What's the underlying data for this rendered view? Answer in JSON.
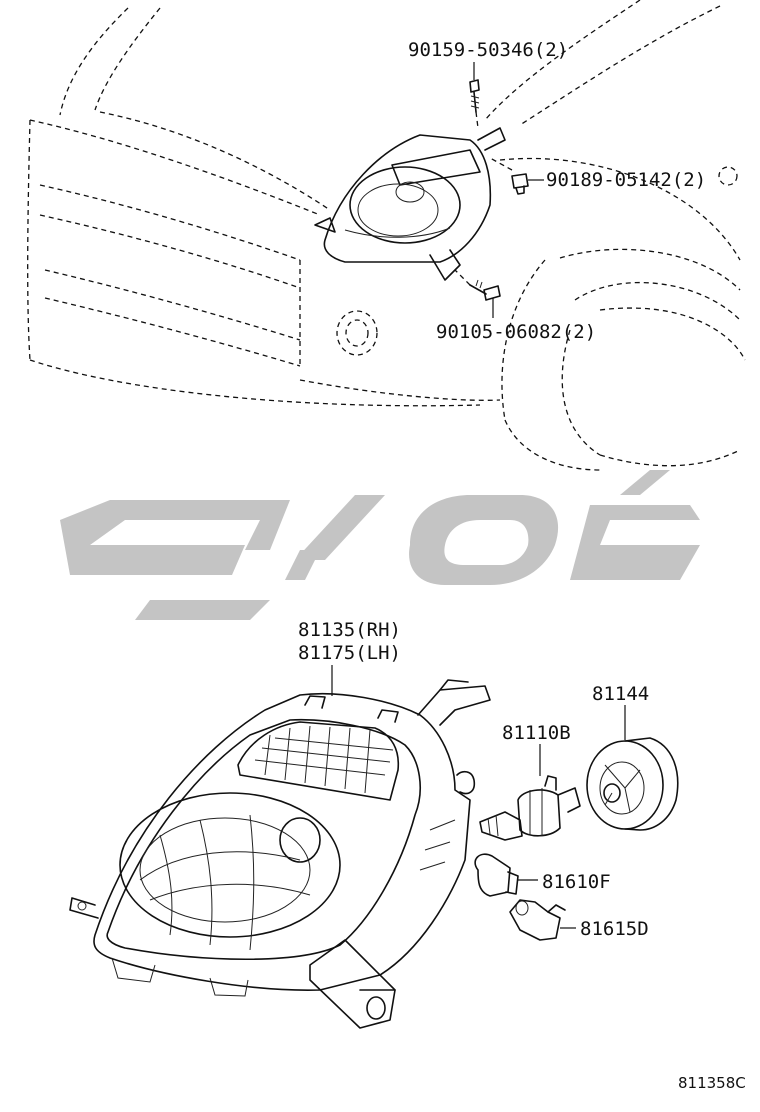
{
  "top_callouts": [
    {
      "id": "bolt-top",
      "label": "90159-50346(2)"
    },
    {
      "id": "clip",
      "label": "90189-05142(2)"
    },
    {
      "id": "bolt-bottom",
      "label": "90105-06082(2)"
    }
  ],
  "assembly": {
    "rh_label": "81135(RH)",
    "lh_label": "81175(LH)"
  },
  "parts": [
    {
      "id": "socket-cover",
      "label": "81144"
    },
    {
      "id": "halogen-bulb",
      "label": "81110B"
    },
    {
      "id": "wedge-bulb",
      "label": "81610F"
    },
    {
      "id": "bulb-socket",
      "label": "81615D"
    }
  ],
  "figure_code": "811358C",
  "colors": {
    "line": "#111111",
    "watermark": "#c4c4c4",
    "background": "#ffffff"
  }
}
